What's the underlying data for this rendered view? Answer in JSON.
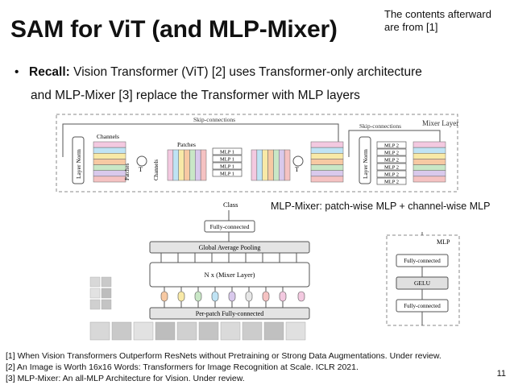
{
  "slide": {
    "title": "SAM for ViT (and MLP-Mixer)",
    "note_line1": "The contents afterward",
    "note_line2": "are from [1]",
    "bullet_bold": "Recall:",
    "bullet_text": " Vision Transformer (ViT) [2] uses Transformer-only architecture",
    "bullet_text_2": "and MLP-Mixer [3] replace the Transformer with MLP layers",
    "caption": "MLP-Mixer: patch-wise MLP + channel-wise MLP",
    "page_number": "11"
  },
  "references": [
    "[1] When Vision Transformers Outperform ResNets without Pretraining or Strong Data Augmentations. Under review.",
    "[2] An Image is Worth 16x16 Words: Transformers for Image Recognition at Scale. ICLR 2021.",
    "[3] MLP-Mixer: An all-MLP Architecture for Vision. Under review."
  ],
  "mixer_layer": {
    "label": "Mixer Layer",
    "skip1": "Skip-connections",
    "skip2": "Skip-connections",
    "layer_norm": "Layer Norm",
    "channels": "Channels",
    "patches": "Patches",
    "transpose": "T",
    "mlp1": "MLP 1",
    "mlp2": "MLP 2"
  },
  "mixer_arch": {
    "class_label": "Class",
    "fc": "Fully-connected",
    "gap": "Global Average Pooling",
    "mixer_block": "N x (Mixer Layer)",
    "per_patch": "Per-patch Fully-connected"
  },
  "mlp_block": {
    "label": "MLP",
    "fc_top": "Fully-connected",
    "gelu": "GELU",
    "fc_bottom": "Fully-connected"
  },
  "colors": {
    "stripes": [
      "#f3c9e0",
      "#bfe3f4",
      "#f8e9a7",
      "#f7c9a3",
      "#c9e7c6",
      "#d9c9ec",
      "#f5c2c2"
    ],
    "tokens": [
      "#f7c9a3",
      "#f8e9a7",
      "#c9e7c6",
      "#bfe3f4",
      "#d9c9ec",
      "#e6e6e6",
      "#f5c2c2",
      "#f3c9e0"
    ]
  }
}
